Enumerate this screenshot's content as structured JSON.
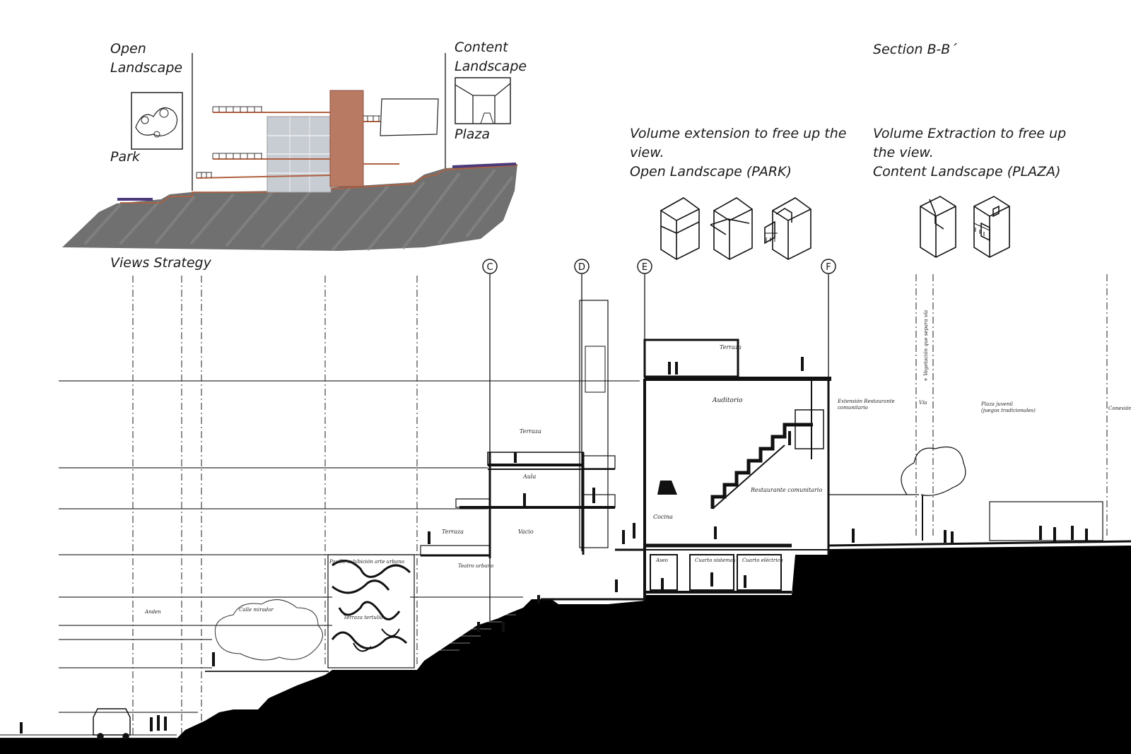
{
  "labels": {
    "open_landscape": "Open\nLandscape",
    "park": "Park",
    "content_landscape": "Content\nLandscape",
    "plaza": "Plaza",
    "views_strategy": "Views Strategy",
    "section_title": "Section B-B´",
    "extension_text": "Volume extension to free up the\nview.\nOpen Landscape (PARK)",
    "extraction_text": "Volume Extraction to free up\nthe view.\nContent Landscape (PLAZA)"
  },
  "axes": [
    "C",
    "D",
    "E",
    "F"
  ],
  "rooms": {
    "terraza_top": "Terraza",
    "auditorio": "Auditorio",
    "terraza_mid": "Terraza",
    "aula": "Aula",
    "vacio": "Vacio",
    "terraza_low": "Terraza",
    "teatro": "Teatro urbano",
    "cocina": "Cocina",
    "restaurante": "Restaurante comunitario",
    "aseo": "Aseo",
    "cuarto_sistemas": "Cuarto sistemas",
    "cuarto_electrico": "Cuarto eléctrico",
    "extension_restaurante": "Extensión Restaurante\ncomunitario",
    "via": "Vía",
    "plaza_juvenil": "Plaza juvenil\n(juegos tradicionales)",
    "anden": "Anden",
    "calle_mirador": "Calle mirador",
    "pasillo": "Pasillo exhibición arte urbano",
    "tercera": "Terraza tertulia",
    "vegetacion": "+ Vegetación que separa vía",
    "conexion": "Conexión"
  },
  "colors": {
    "ink": "#111111",
    "terrain": "#707070",
    "tower": "#b87a63",
    "purple": "#4a3a7a",
    "ground": "#000000"
  }
}
